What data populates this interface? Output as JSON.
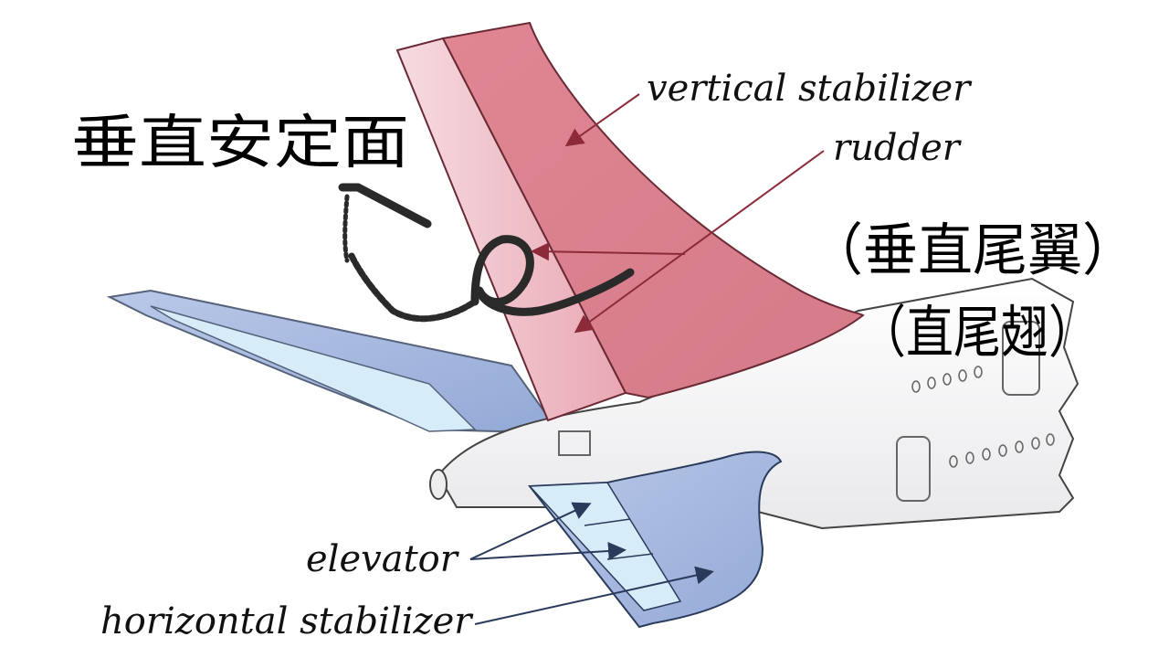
{
  "labels": {
    "vertical_stabilizer": "vertical stabilizer",
    "rudder": "rudder",
    "elevator": "elevator",
    "horizontal_stabilizer": "horizontal stabilizer"
  },
  "annotations": {
    "jp_vertical_stabilizer": "垂直安定面",
    "cn_vertical_tail": "（垂直尾翼）",
    "cn_vertical_fin": "（直尾翅）"
  },
  "colors": {
    "vertical_stabilizer": "#d9808c",
    "rudder": "#f0c4cd",
    "horizontal_stabilizer": "#a9bde0",
    "elevator": "#d6ecf8",
    "fuselage": "#f5f5f5",
    "leader_red": "#8c2a3a",
    "leader_blue": "#2a3a5a"
  }
}
